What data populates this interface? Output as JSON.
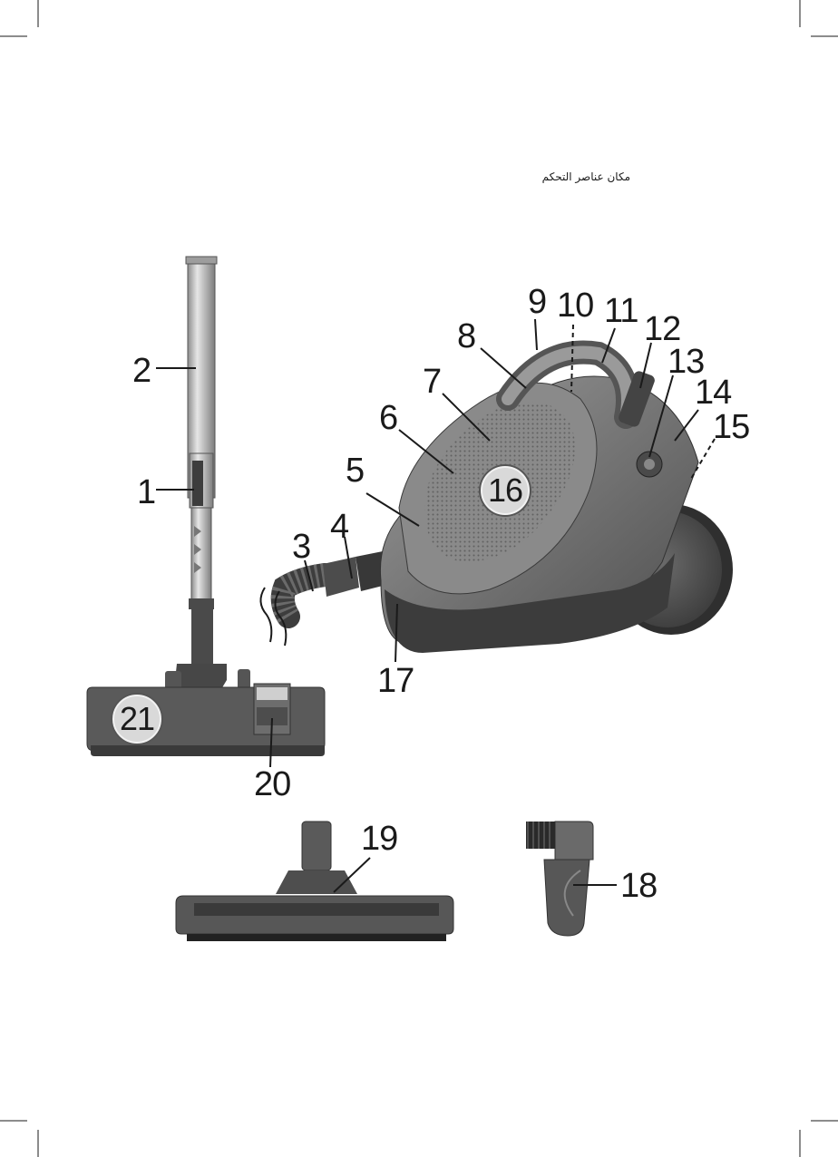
{
  "page": {
    "heading": "مكان عناصر التحكم"
  },
  "callouts": [
    {
      "id": "1",
      "label": "1"
    },
    {
      "id": "2",
      "label": "2"
    },
    {
      "id": "3",
      "label": "3"
    },
    {
      "id": "4",
      "label": "4"
    },
    {
      "id": "5",
      "label": "5"
    },
    {
      "id": "6",
      "label": "6"
    },
    {
      "id": "7",
      "label": "7"
    },
    {
      "id": "8",
      "label": "8"
    },
    {
      "id": "9",
      "label": "9"
    },
    {
      "id": "10",
      "label": "10"
    },
    {
      "id": "11",
      "label": "11"
    },
    {
      "id": "12",
      "label": "12"
    },
    {
      "id": "13",
      "label": "13"
    },
    {
      "id": "14",
      "label": "14"
    },
    {
      "id": "15",
      "label": "15"
    },
    {
      "id": "16",
      "label": "16"
    },
    {
      "id": "17",
      "label": "17"
    },
    {
      "id": "18",
      "label": "18"
    },
    {
      "id": "19",
      "label": "19"
    },
    {
      "id": "20",
      "label": "20"
    },
    {
      "id": "21",
      "label": "21"
    }
  ],
  "colors": {
    "body_dark": "#4a4a4a",
    "body_mid": "#7a7a7a",
    "metal": "#b8b8b8",
    "line": "#1a1a1a"
  }
}
